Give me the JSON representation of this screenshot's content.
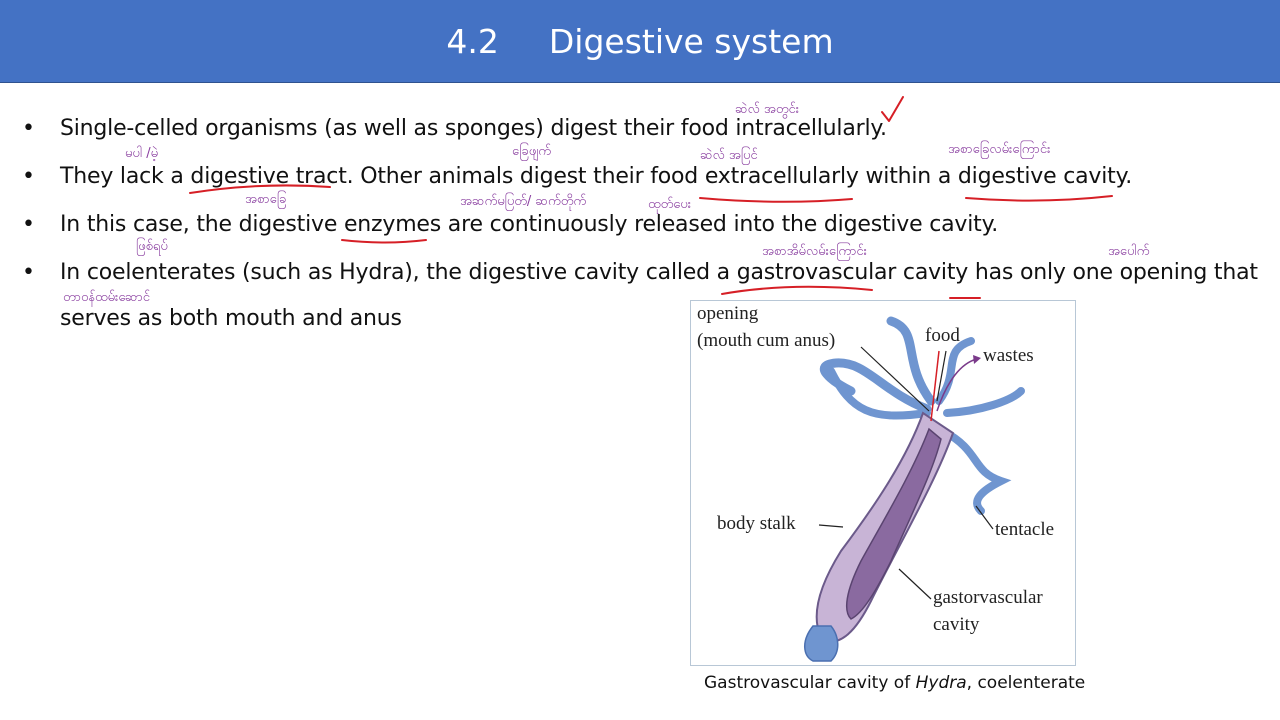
{
  "header": {
    "section_number": "4.2",
    "title": "Digestive system",
    "background_color": "#4472c4"
  },
  "bullets": [
    {
      "marker": "•",
      "text": "Single-celled organisms (as well as sponges) digest their food intracellularly."
    },
    {
      "marker": "•",
      "text": "They lack a digestive tract. Other animals digest their food extracellularly within a digestive cavity."
    },
    {
      "marker": "•",
      "text": "In this case, the digestive enzymes are continuously released into the digestive cavity."
    },
    {
      "marker": "•",
      "text": "In coelenterates (such as Hydra), the digestive cavity called a gastrovascular cavity has only one opening that",
      "continuation": "serves as both mouth and anus"
    }
  ],
  "annotations": {
    "intracellularly": "ဆဲလ် အတွင်း",
    "lack": "မပါ /မဲ့",
    "digestive_tract": "ခြေဖျက်",
    "extracellularly": "ဆဲလ် အပြင်",
    "digestive_cavity": "အစာခြေလမ်းကြောင်း",
    "tract_below": "အစာခြေ",
    "continuously": "အဆက်မပြတ်/ ဆက်တိုက်",
    "released": "ထုတ်ပေး",
    "case": "ဖြစ်ရပ်",
    "gastrovascular": "အစာအိမ်လမ်းကြောင်း",
    "opening": "အပေါက်",
    "serves": "တာဝန်ထမ်းဆောင်",
    "ink_color": "#8a3fa0",
    "pen_color": "#d61f26"
  },
  "figure": {
    "labels": {
      "opening_line1": "opening",
      "opening_line2": "(mouth cum anus)",
      "food": "food",
      "wastes": "wastes",
      "body_stalk": "body stalk",
      "tentacle": "tentacle",
      "cavity_line1": "gastorvascular",
      "cavity_line2": "cavity"
    },
    "caption_prefix": "Gastrovascular cavity of ",
    "caption_italic": "Hydra",
    "caption_suffix": ", coelenterate"
  }
}
